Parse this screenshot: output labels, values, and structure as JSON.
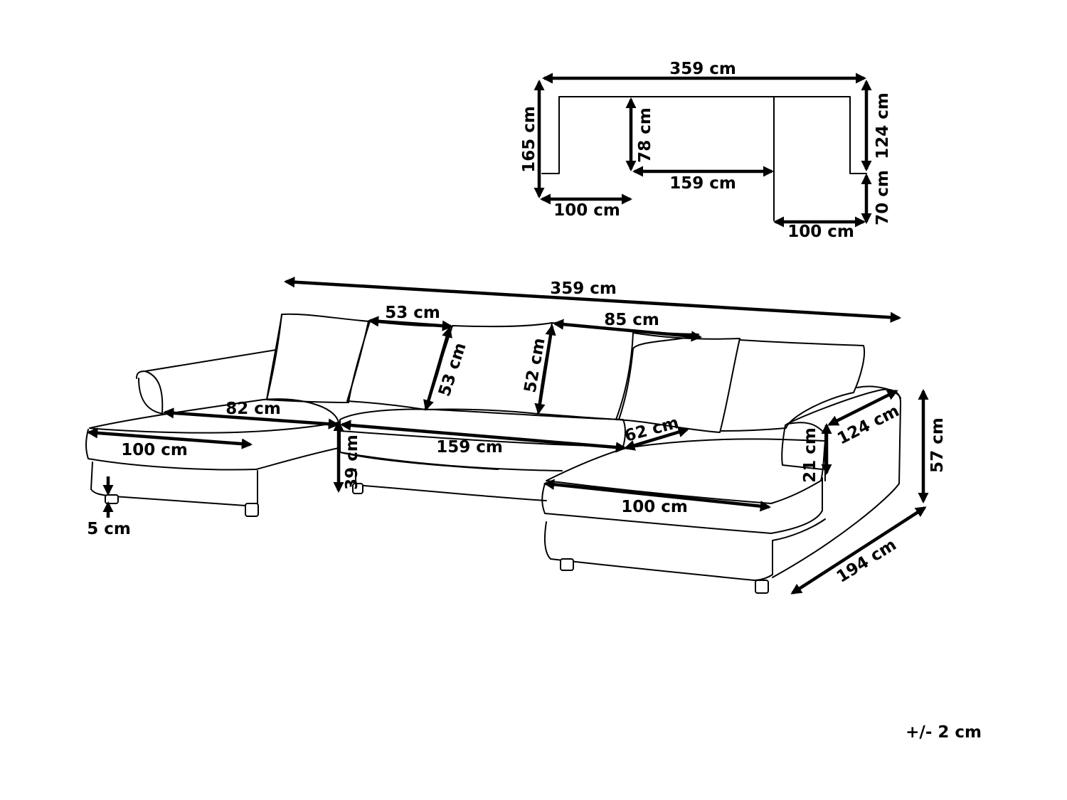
{
  "top_view": {
    "width_total": "359 cm",
    "depth_left": "165 cm",
    "depth_right_top": "124 cm",
    "depth_right_bottom": "70 cm",
    "back_depth": "78 cm",
    "middle_width": "159 cm",
    "chaise_left_width": "100 cm",
    "chaise_right_width": "100 cm"
  },
  "perspective_view": {
    "width_total": "359 cm",
    "pillow_small_width": "53 cm",
    "pillow_small_height": "53 cm",
    "cushion_back_width": "85 cm",
    "cushion_back_height": "52 cm",
    "seat_depth": "82 cm",
    "chaise_left_width": "100 cm",
    "leg_height": "5 cm",
    "seat_height": "39 cm",
    "middle_width": "159 cm",
    "seat_depth_right": "62 cm",
    "chaise_right_width": "100 cm",
    "arm_height": "21 cm",
    "arm_depth": "124 cm",
    "total_height": "57 cm",
    "total_depth": "194 cm"
  },
  "tolerance": "+/- 2 cm",
  "colors": {
    "line": "#000000",
    "background": "#ffffff"
  }
}
